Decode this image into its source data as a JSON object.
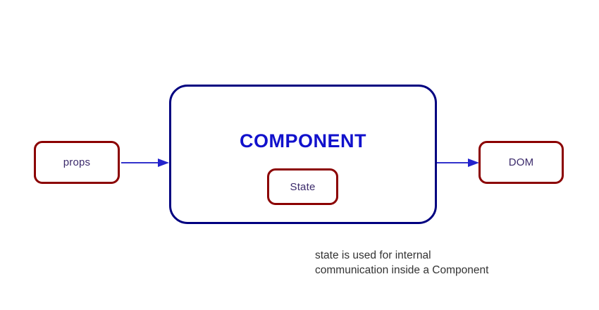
{
  "diagram": {
    "title_text": "COMPONENT",
    "nodes": {
      "props": {
        "label": "props"
      },
      "component": {
        "label": "COMPONENT"
      },
      "state": {
        "label": "State"
      },
      "dom": {
        "label": "DOM"
      }
    },
    "edges": [
      {
        "name": "props-to-component",
        "from": "props",
        "to": "component",
        "direction": "right"
      },
      {
        "name": "component-to-dom",
        "from": "component",
        "to": "dom",
        "direction": "right"
      }
    ],
    "caption": "state is used for internal\ncommunication inside a Component",
    "colors": {
      "box_red_border": "#8B0000",
      "box_navy_border": "#000080",
      "title_blue": "#1111CC",
      "label_indigo": "#3B2A6B",
      "arrow_blue": "#3333CC",
      "caption_gray": "#333333",
      "background": "#FFFFFF"
    }
  }
}
